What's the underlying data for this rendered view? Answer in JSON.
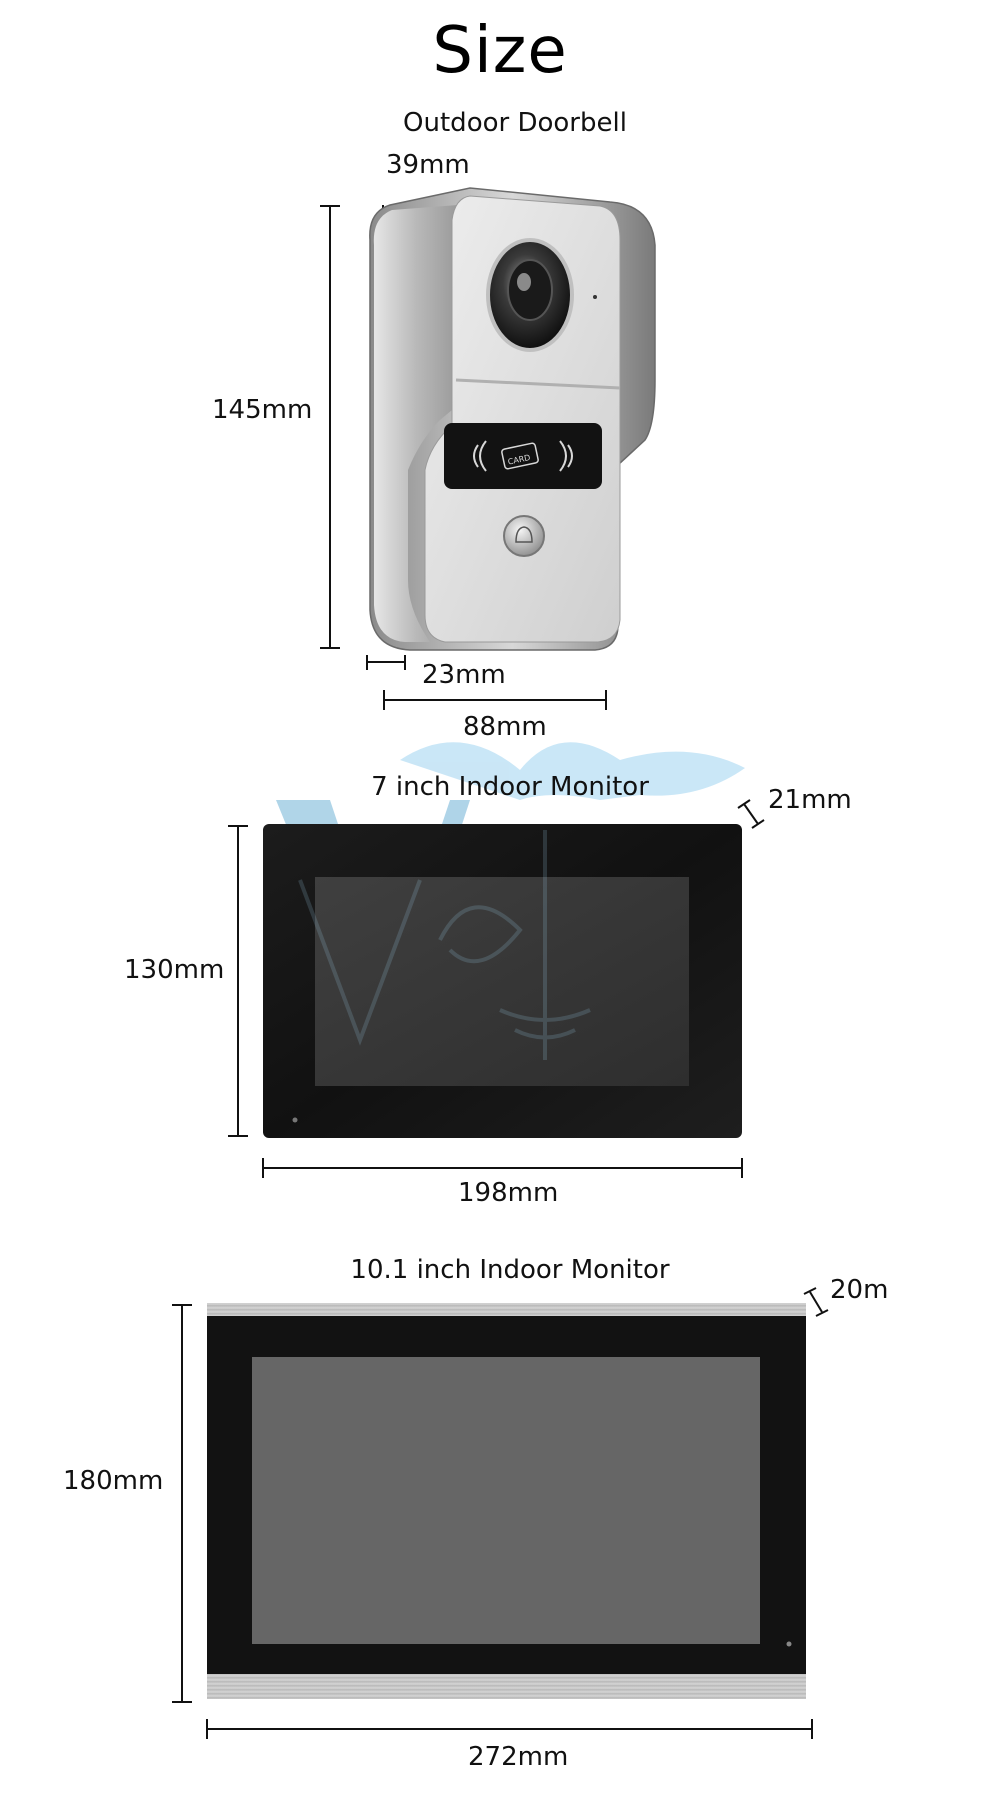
{
  "title": "Size",
  "doorbell": {
    "title": "Outdoor Doorbell",
    "depth_label": "39mm",
    "height_label": "145mm",
    "bottom_depth_label": "23mm",
    "width_label": "88mm",
    "card_text": "CARD"
  },
  "monitor7": {
    "title": "7 inch Indoor Monitor",
    "thickness_label": "21mm",
    "height_label": "130mm",
    "width_label": "198mm"
  },
  "monitor10": {
    "title": "10.1 inch Indoor Monitor",
    "thickness_label": "20m",
    "height_label": "180mm",
    "width_label": "272mm"
  },
  "watermark": "VF",
  "colors": {
    "frame_black": "#121212",
    "screen_gray_7": "#3a3a3a",
    "screen_gray_10": "#666666",
    "silver": "#c8c8c8",
    "watermark_blue": "#9fd3f0"
  }
}
